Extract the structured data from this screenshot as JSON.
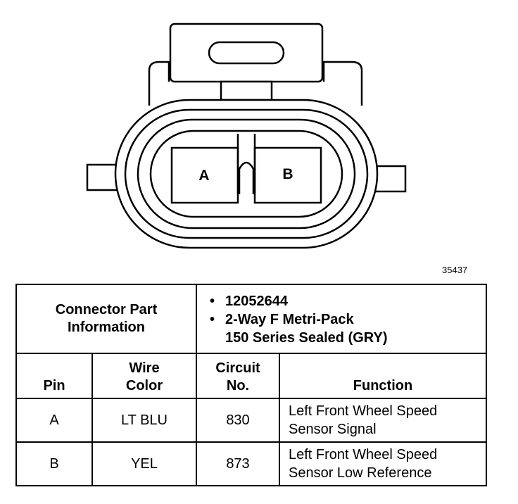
{
  "diagram": {
    "pin_labels": [
      "A",
      "B"
    ],
    "figure_number": "35437"
  },
  "table": {
    "part_info_label_line1": "Connector Part",
    "part_info_label_line2": "Information",
    "part_number": "12052644",
    "part_desc_line1": "2-Way F Metri-Pack",
    "part_desc_line2": "150 Series Sealed (GRY)",
    "bullet": "•",
    "headers": {
      "pin": "Pin",
      "wire_color_1": "Wire",
      "wire_color_2": "Color",
      "circuit_1": "Circuit",
      "circuit_2": "No.",
      "function": "Function"
    },
    "rows": [
      {
        "pin": "A",
        "wire_color": "LT BLU",
        "circuit": "830",
        "function_1": "Left Front Wheel Speed",
        "function_2": "Sensor Signal"
      },
      {
        "pin": "B",
        "wire_color": "YEL",
        "circuit": "873",
        "function_1": "Left Front Wheel Speed",
        "function_2": "Sensor Low Reference"
      }
    ]
  }
}
